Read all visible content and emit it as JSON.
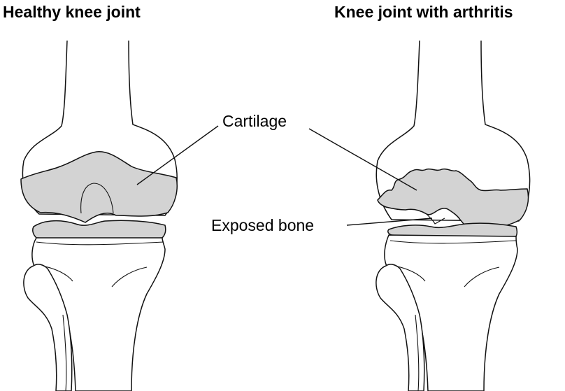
{
  "titles": {
    "left": "Healthy knee joint",
    "right": "Knee joint with arthritis"
  },
  "labels": {
    "cartilage": "Cartilage",
    "exposed_bone": "Exposed bone"
  },
  "colors": {
    "cartilage_fill": "#d3d3d3",
    "bone_fill": "#ffffff",
    "outline": "#111111"
  }
}
